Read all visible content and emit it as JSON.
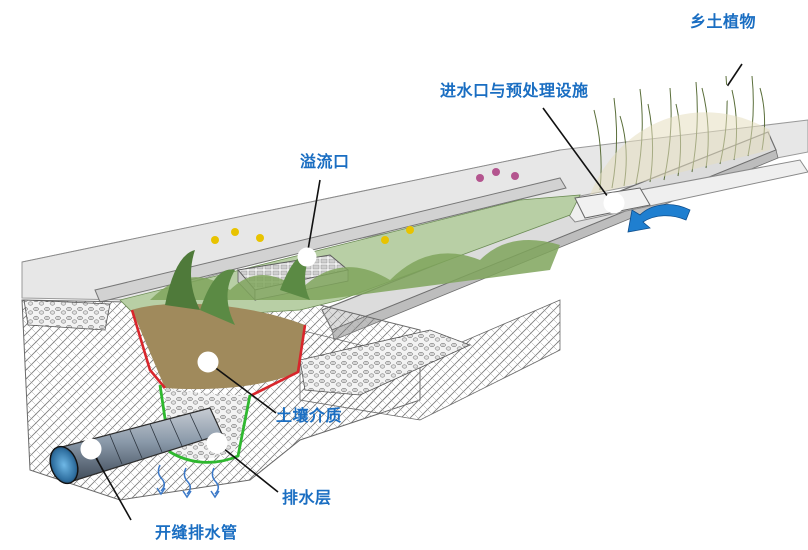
{
  "labels": {
    "native_plants": "乡土植物",
    "inlet_pretreatment": "进水口与预处理设施",
    "overflow": "溢流口",
    "soil_media": "土壤介质",
    "drainage_layer": "排水层",
    "slotted_pipe": "开缝排水管"
  },
  "colors": {
    "label_text": "#1a6ec2",
    "soil_outline": "#d8262c",
    "drainage_outline": "#2fb82f",
    "soil_fill": "#a08a5c",
    "flow_arrow": "#1f7fd0"
  }
}
